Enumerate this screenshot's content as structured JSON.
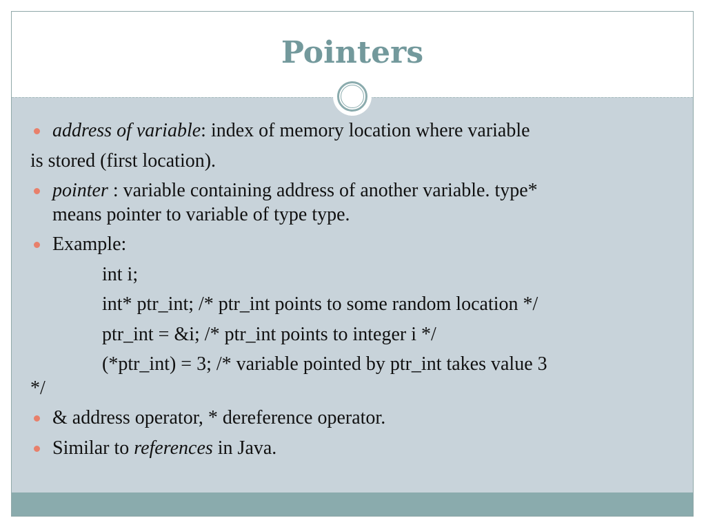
{
  "slide": {
    "title": "Pointers",
    "bullets": {
      "b1": {
        "term": "address of variable",
        "text_line1": ": index of memory location where variable",
        "text_line2": "is stored (first location)."
      },
      "b2": {
        "term": "pointer",
        "text_line1": " : variable containing address of another variable. type*",
        "text_line2": "means pointer to variable of type type."
      },
      "b3": {
        "label": "Example:",
        "code": [
          "int i;",
          "int* ptr_int; /* ptr_int points to some random location */",
          "ptr_int = &i; /* ptr_int points to integer i */",
          "(*ptr_int) = 3; /* variable pointed by ptr_int takes value 3",
          "*/"
        ]
      },
      "b4": {
        "text": "& address operator, * dereference operator."
      },
      "b5": {
        "prefix": "Similar to ",
        "term": "references",
        "suffix": " in Java."
      }
    },
    "colors": {
      "title": "#73999c",
      "bullet": "#e8806b",
      "body_bg": "#c8d3da",
      "footer": "#8aabad"
    }
  }
}
